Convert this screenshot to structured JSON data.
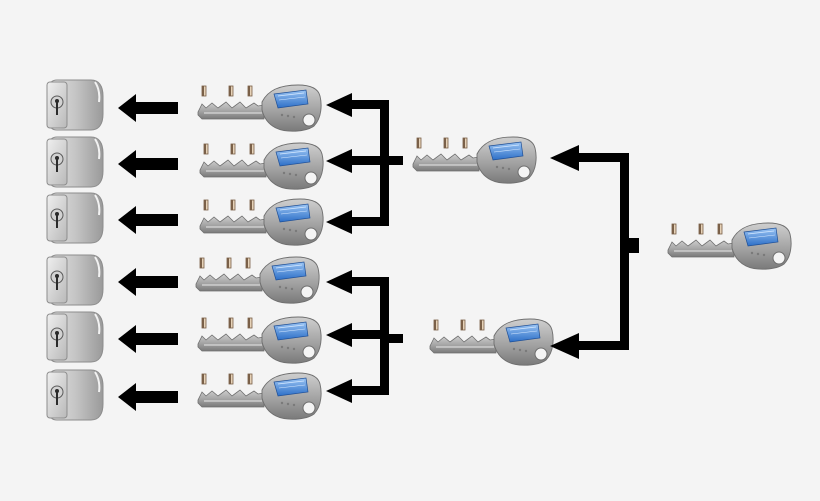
{
  "diagram": {
    "kind": "master-key-hierarchy",
    "levels": [
      {
        "level": "grand-master",
        "count": 1
      },
      {
        "level": "master",
        "count": 2
      },
      {
        "level": "change-key",
        "count": 6
      },
      {
        "level": "cylinder",
        "count": 6
      }
    ],
    "groups": [
      {
        "master_index": 0,
        "change_keys": [
          0,
          1,
          2
        ]
      },
      {
        "master_index": 1,
        "change_keys": [
          3,
          4,
          5
        ]
      }
    ],
    "colors": {
      "background": "#f4f4f4",
      "arrow": "#000000",
      "key_metal": "#a3a3a3",
      "key_metal_light": "#c6c6c6",
      "key_metal_dark": "#6e6e6e",
      "key_badge": "#3d7fd6",
      "pin_light": "#e6d2b8",
      "pin_dark": "#7a6048",
      "cylinder_body": "#c9c9c9",
      "cylinder_edge": "#8d8d8d"
    }
  }
}
